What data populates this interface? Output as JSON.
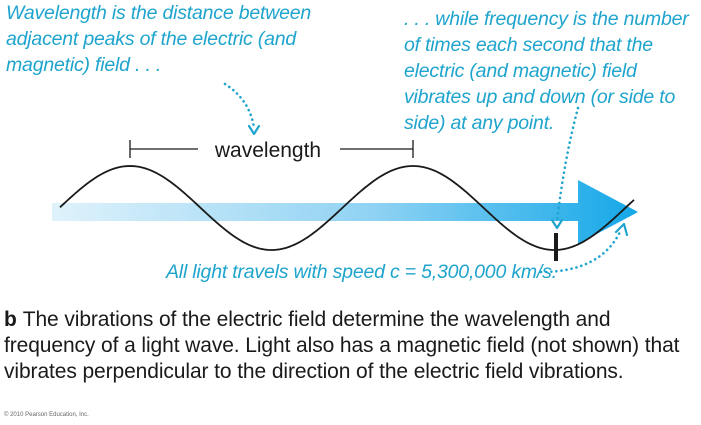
{
  "callouts": {
    "wavelength_def": "Wavelength is the distance between adjacent peaks of the electric (and magnetic) field . . .",
    "frequency_def": ". . . while frequency is the number of times each second that the electric (and magnetic) field vibrates up and down (or side to side) at any point.",
    "speed": "All light travels with speed c = 5,300,000 km/s."
  },
  "diagram": {
    "wavelength_label": "wavelength",
    "colors": {
      "accent": "#1ea4cd",
      "arrow_light": "#dff2fb",
      "arrow_dark": "#14a8e8",
      "wave": "#1a1a1a"
    }
  },
  "caption": {
    "letter": "b",
    "text": "The vibrations of the electric field determine the wavelength and frequency of a light wave.  Light also has a magnetic field (not shown) that vibrates perpendicular to the direction of the electric field vibrations."
  },
  "copyright": "© 2010 Pearson Education, Inc."
}
